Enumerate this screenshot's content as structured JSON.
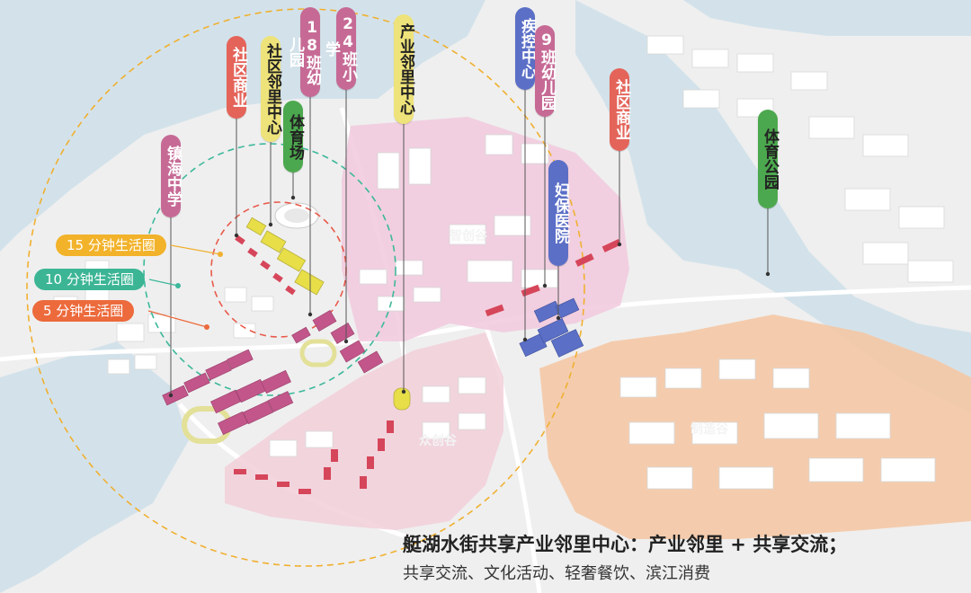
{
  "colors": {
    "water": "#d5e3ea",
    "land": "#efefef",
    "building": "#ffffff",
    "pink_zone": "#f0c8dc",
    "orange_zone": "#f4c8a4",
    "red_block": "#d6465a",
    "magenta_block": "#c25a8a",
    "yellow_block": "#e8e04a",
    "blue_block": "#5b6fc6",
    "ring_orange": "#f0b030",
    "ring_green": "#3db89a",
    "ring_red": "#e85a4a"
  },
  "facilities": [
    {
      "name": "镇海中学",
      "color": "#c66a95",
      "text_color": "light"
    },
    {
      "name": "社区商业",
      "color": "#e4645a",
      "text_color": "light"
    },
    {
      "name": "社区邻里中心",
      "color": "#eee37a",
      "text_color": "dark"
    },
    {
      "name": "体育场",
      "color": "#4ca84e",
      "text_color": "dark"
    },
    {
      "name": "18班幼儿园",
      "color": "#c66a95",
      "text_color": "light"
    },
    {
      "name": "24班小学",
      "color": "#c66a95",
      "text_color": "light"
    },
    {
      "name": "产业邻里中心",
      "color": "#eee37a",
      "text_color": "dark"
    },
    {
      "name": "疾控中心",
      "color": "#5b6fc6",
      "text_color": "light"
    },
    {
      "name": "9班幼儿园",
      "color": "#c66a95",
      "text_color": "light"
    },
    {
      "name": "妇保医院",
      "color": "#5b6fc6",
      "text_color": "light"
    },
    {
      "name": "社区商业",
      "color": "#e4645a",
      "text_color": "light"
    },
    {
      "name": "体育公园",
      "color": "#4ca84e",
      "text_color": "dark"
    }
  ],
  "life_circles": [
    {
      "label": "15 分钟生活圈",
      "color": "#f2b22a"
    },
    {
      "label": "10 分钟生活圈",
      "color": "#3cb595"
    },
    {
      "label": "5 分钟生活圈",
      "color": "#ec6a3c"
    }
  ],
  "districts": [
    {
      "name": "智创谷"
    },
    {
      "name": "众创谷"
    },
    {
      "name": "制造谷"
    }
  ],
  "caption": {
    "title": "艇湖水街共享产业邻里中心：产业邻里 + 共享交流；",
    "subtitle": "共享交流、文化活动、轻奢餐饮、滨江消费"
  }
}
